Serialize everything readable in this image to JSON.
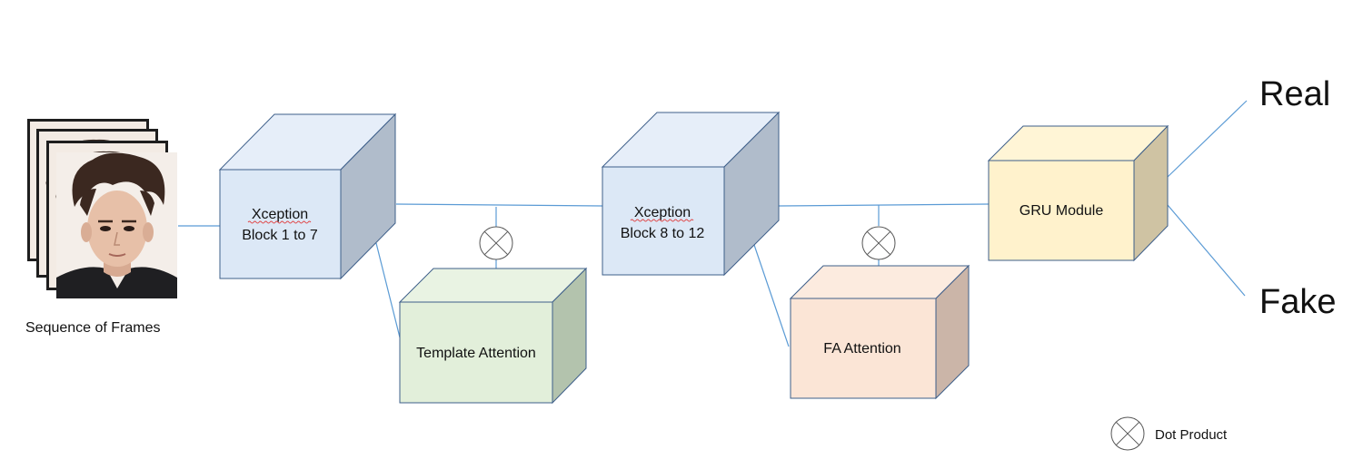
{
  "frames": {
    "caption": "Sequence of Frames"
  },
  "blocks": {
    "xception1": {
      "line1": "Xception",
      "line2": "Block 1 to 7"
    },
    "xception2": {
      "line1": "Xception",
      "line2": "Block 8 to 12"
    },
    "template_attention": {
      "label": "Template Attention"
    },
    "fa_attention": {
      "label": "FA Attention"
    },
    "gru": {
      "label": "GRU Module"
    }
  },
  "outputs": {
    "real": "Real",
    "fake": "Fake"
  },
  "legend": {
    "dot_product": "Dot Product"
  },
  "colors": {
    "edge": "#3e5f8a",
    "line": "#5b9bd5",
    "xception_front": "#dce8f6",
    "xception_top": "#e6eef9",
    "xception_side": "#b0bccb",
    "template_front": "#e2efda",
    "template_top": "#e9f3e3",
    "template_side": "#b3c3ad",
    "fa_front": "#fbe5d6",
    "fa_top": "#fcebdf",
    "fa_side": "#cbb5a8",
    "gru_front": "#fff2cc",
    "gru_top": "#fff5d6",
    "gru_side": "#cfc3a3"
  }
}
